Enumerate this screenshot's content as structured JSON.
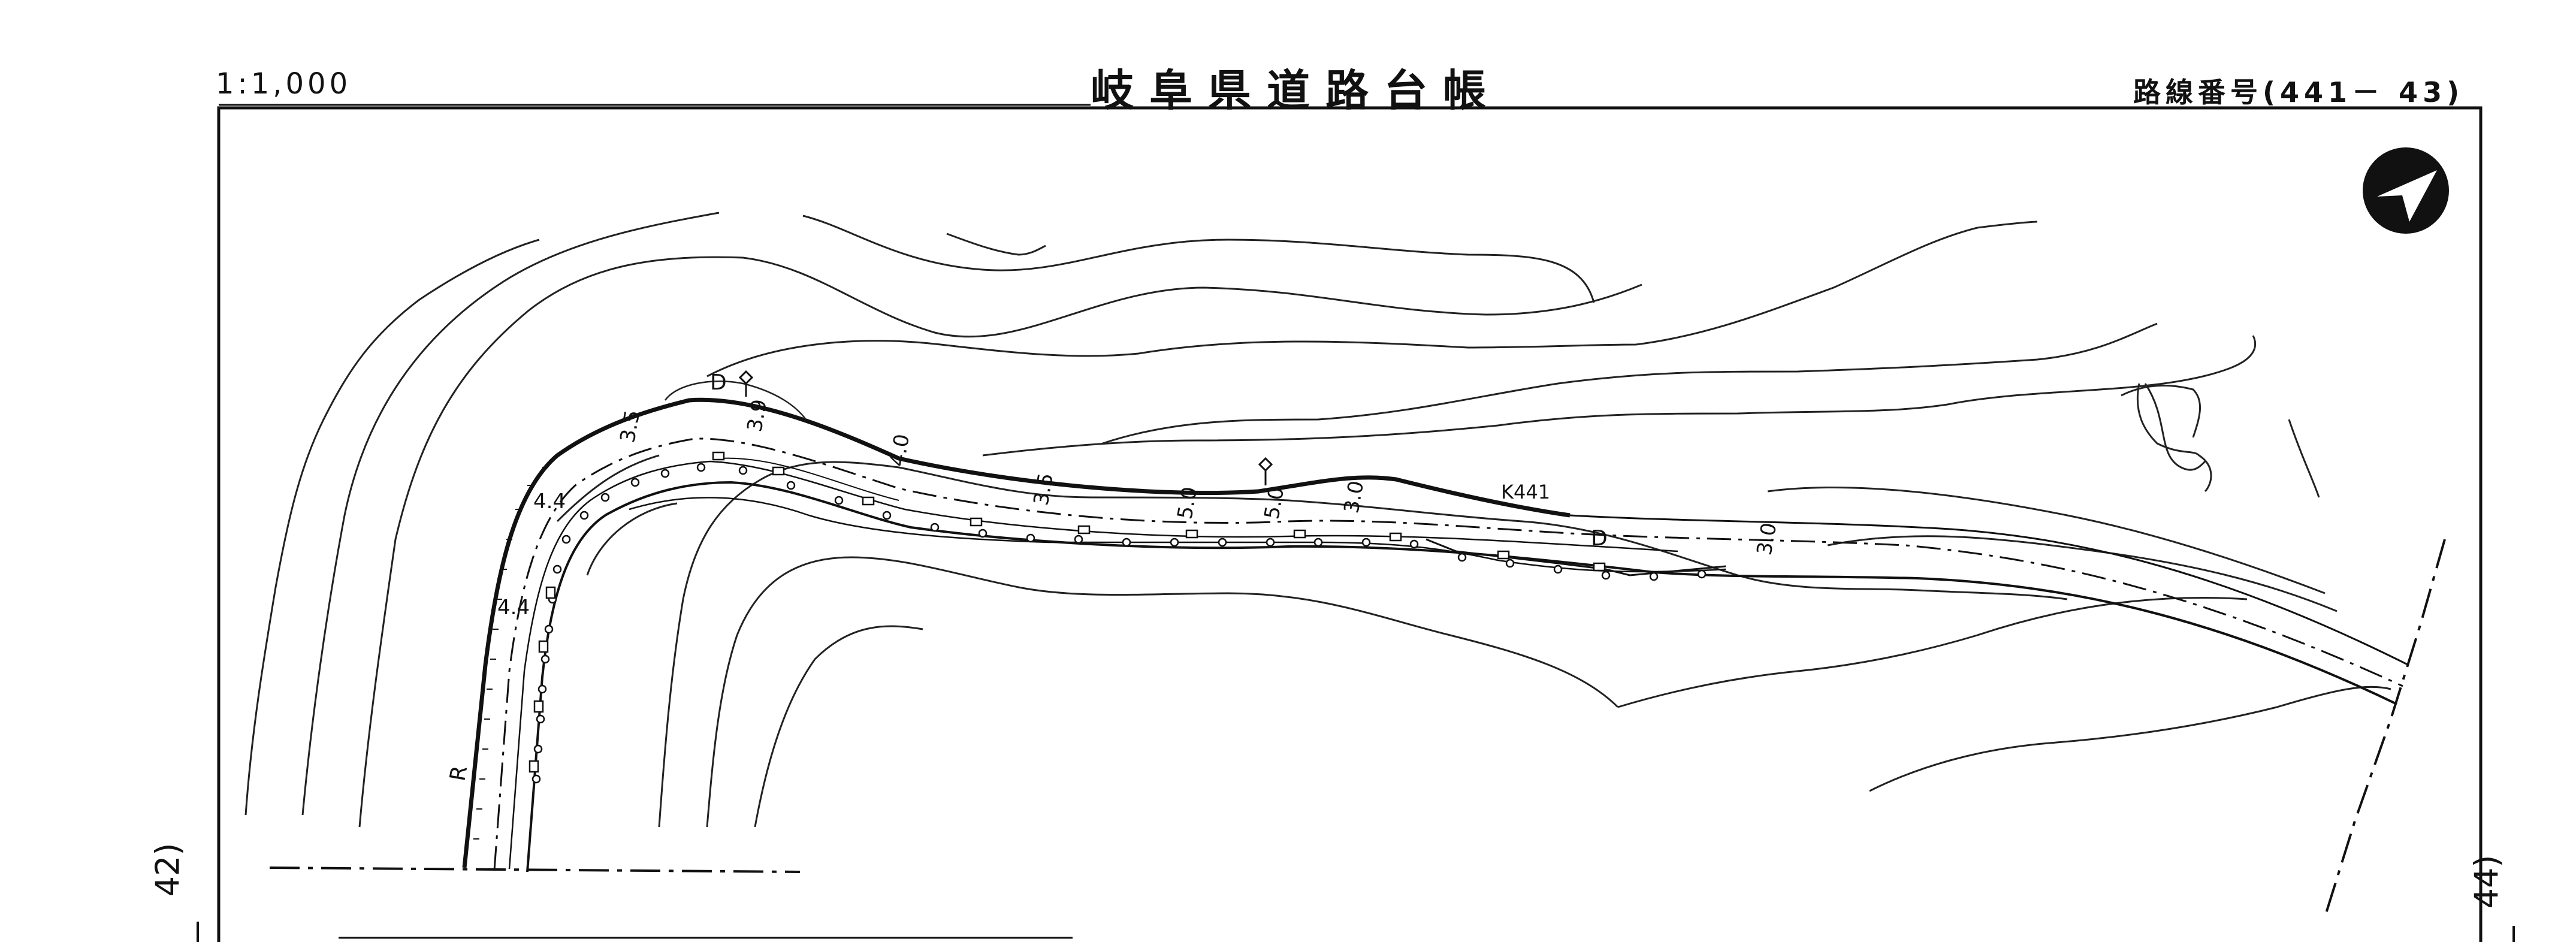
{
  "header": {
    "scale": "1:1,000",
    "title": "岐阜県道路台帳",
    "route_number": "路線番号(441－ 43)"
  },
  "sheet_links": {
    "left": "42)",
    "right": "44)"
  },
  "map": {
    "route_label": "K441",
    "width_labels": [
      "3.5",
      "3.9",
      "4.4",
      "4.4",
      "4.0",
      "3.5",
      "5.0",
      "5.0",
      "3.0",
      "3.0"
    ],
    "marker_labels": [
      "D",
      "D",
      "R"
    ]
  }
}
